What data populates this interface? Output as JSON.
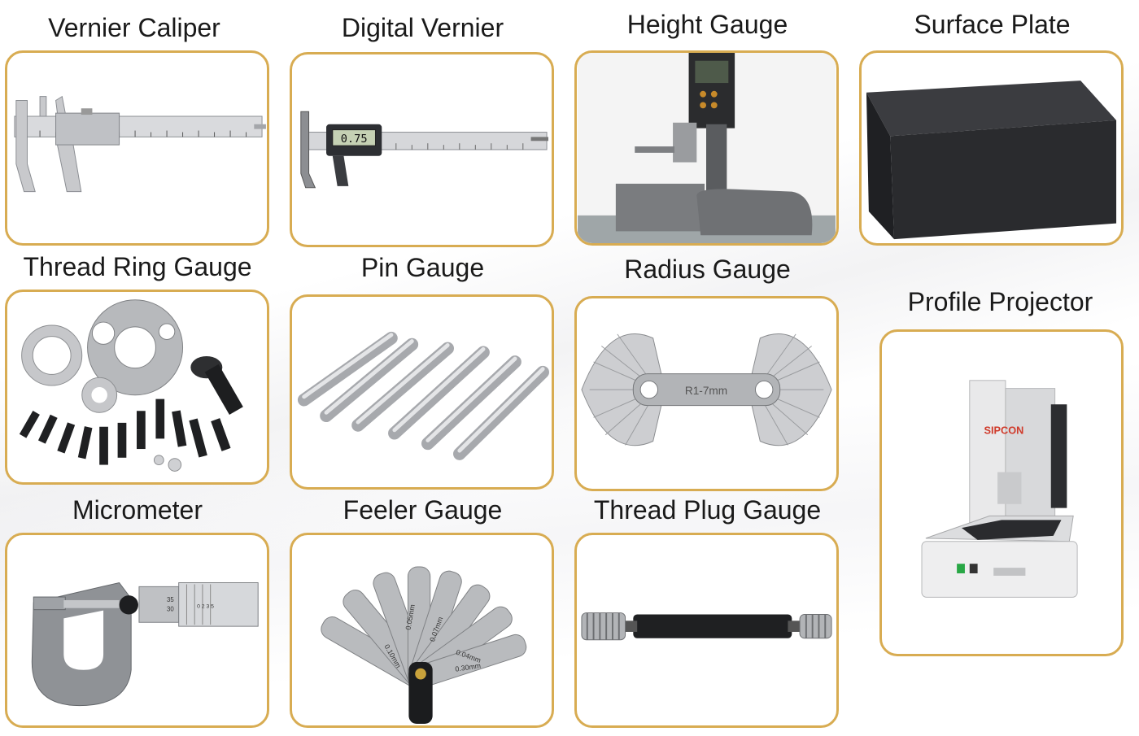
{
  "tools": [
    {
      "label": "Vernier Caliper",
      "icon": "vernier-caliper-icon"
    },
    {
      "label": "Digital Vernier",
      "icon": "digital-vernier-icon",
      "display_reading": "0.75"
    },
    {
      "label": "Height Gauge",
      "icon": "height-gauge-icon"
    },
    {
      "label": "Surface Plate",
      "icon": "surface-plate-icon"
    },
    {
      "label": "Thread Ring Gauge",
      "icon": "thread-ring-gauge-icon"
    },
    {
      "label": "Pin Gauge",
      "icon": "pin-gauge-icon"
    },
    {
      "label": "Radius Gauge",
      "icon": "radius-gauge-icon",
      "engraving": "R1-7mm"
    },
    {
      "label": "Profile Projector",
      "icon": "profile-projector-icon",
      "brand": "SIPCON"
    },
    {
      "label": "Micrometer",
      "icon": "micrometer-icon",
      "scale_marks": [
        "35",
        "30"
      ],
      "reading": "0 2 3 5"
    },
    {
      "label": "Feeler Gauge",
      "icon": "feeler-gauge-icon",
      "blade_marks": [
        "0.05mm",
        "0.07mm",
        "0.04mm",
        "0.10mm",
        "0.30mm"
      ]
    },
    {
      "label": "Thread Plug Gauge",
      "icon": "thread-plug-gauge-icon"
    }
  ],
  "colors": {
    "card_border": "#d8ac52",
    "label_text": "#1a1a1a",
    "plate": "#2a2b2e"
  }
}
